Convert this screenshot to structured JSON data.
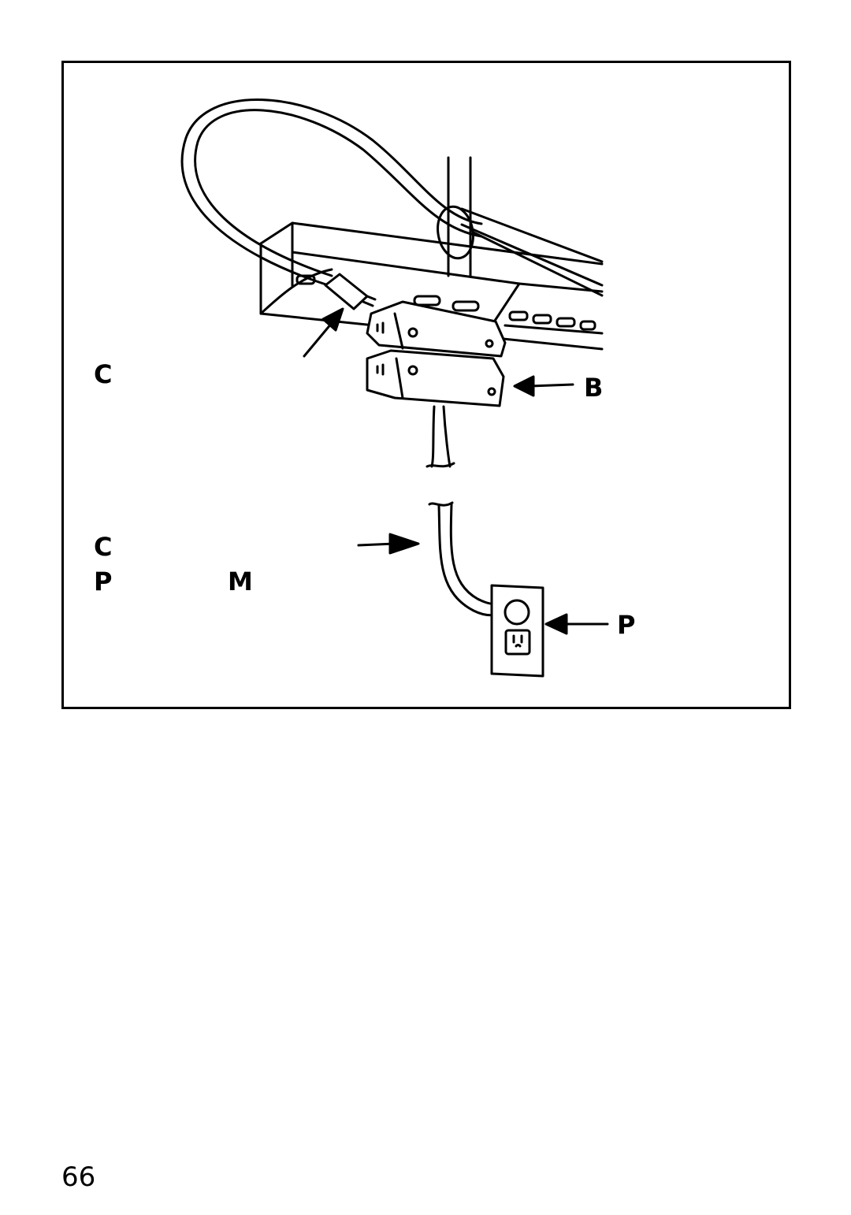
{
  "figure": {
    "labels": {
      "c_top": "C",
      "b": "B",
      "c_mid": "C",
      "p_left": "P",
      "m": "M",
      "p_right": "P"
    }
  },
  "page": {
    "number": "66"
  }
}
